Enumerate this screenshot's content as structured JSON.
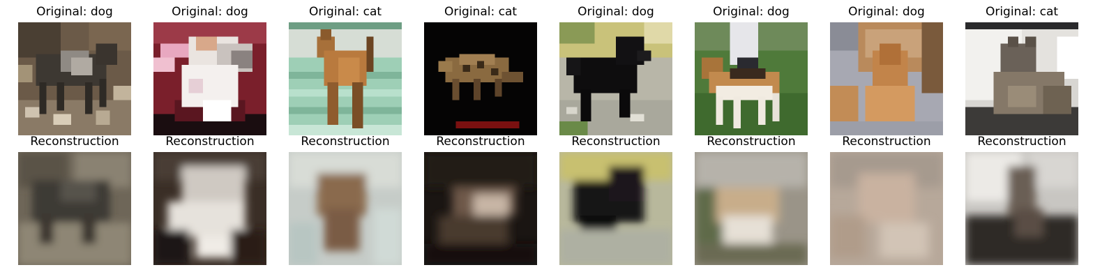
{
  "figure": {
    "originals": [
      {
        "label": "Original: dog",
        "subject": "dog"
      },
      {
        "label": "Original: dog",
        "subject": "dog"
      },
      {
        "label": "Original: cat",
        "subject": "cat"
      },
      {
        "label": "Original: cat",
        "subject": "cat"
      },
      {
        "label": "Original: dog",
        "subject": "dog"
      },
      {
        "label": "Original: dog",
        "subject": "dog"
      },
      {
        "label": "Original: dog",
        "subject": "dog"
      },
      {
        "label": "Original: cat",
        "subject": "cat"
      }
    ],
    "reconstructions": [
      {
        "label": "Reconstruction"
      },
      {
        "label": "Reconstruction"
      },
      {
        "label": "Reconstruction"
      },
      {
        "label": "Reconstruction"
      },
      {
        "label": "Reconstruction"
      },
      {
        "label": "Reconstruction"
      },
      {
        "label": "Reconstruction"
      },
      {
        "label": "Reconstruction"
      }
    ]
  }
}
